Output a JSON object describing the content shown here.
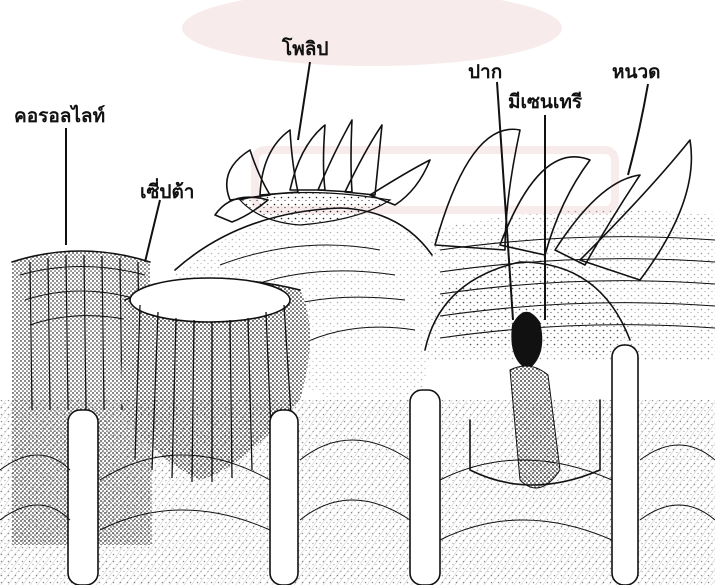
{
  "labels": {
    "corallite": "คอรอลไลท์",
    "septa": "เซี่ปต้า",
    "polyp": "โพลิป",
    "mouth": "ปาก",
    "mesentery": "มีเซนเทรี",
    "tentacle": "หนวด"
  },
  "colors": {
    "ink": "#111111",
    "paper": "#ffffff",
    "watermark": "#f3dede"
  }
}
